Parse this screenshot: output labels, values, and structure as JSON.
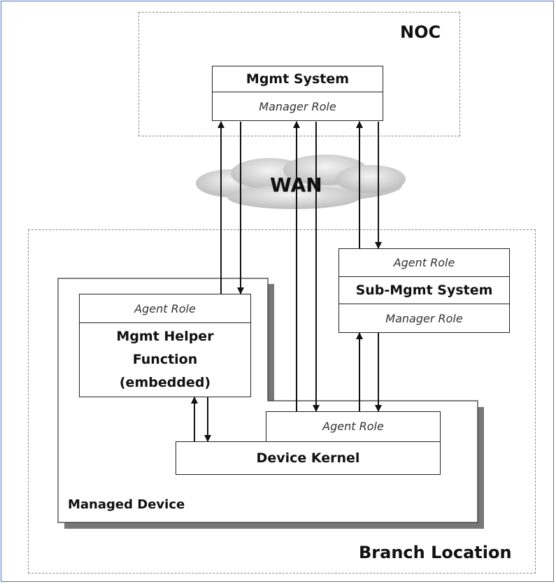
{
  "noc": {
    "label": "NOC"
  },
  "branch": {
    "label": "Branch Location"
  },
  "wan": {
    "label": "WAN"
  },
  "mgmt_system": {
    "title": "Mgmt System",
    "role": "Manager Role"
  },
  "sub_mgmt_system": {
    "agent_role": "Agent Role",
    "title": "Sub-Mgmt System",
    "manager_role": "Manager Role"
  },
  "helper": {
    "agent_role": "Agent Role",
    "line1": "Mgmt Helper",
    "line2": "Function",
    "line3": "(embedded)"
  },
  "managed_device": {
    "label": "Managed Device"
  },
  "kernel": {
    "agent_role": "Agent Role",
    "title": "Device Kernel"
  }
}
